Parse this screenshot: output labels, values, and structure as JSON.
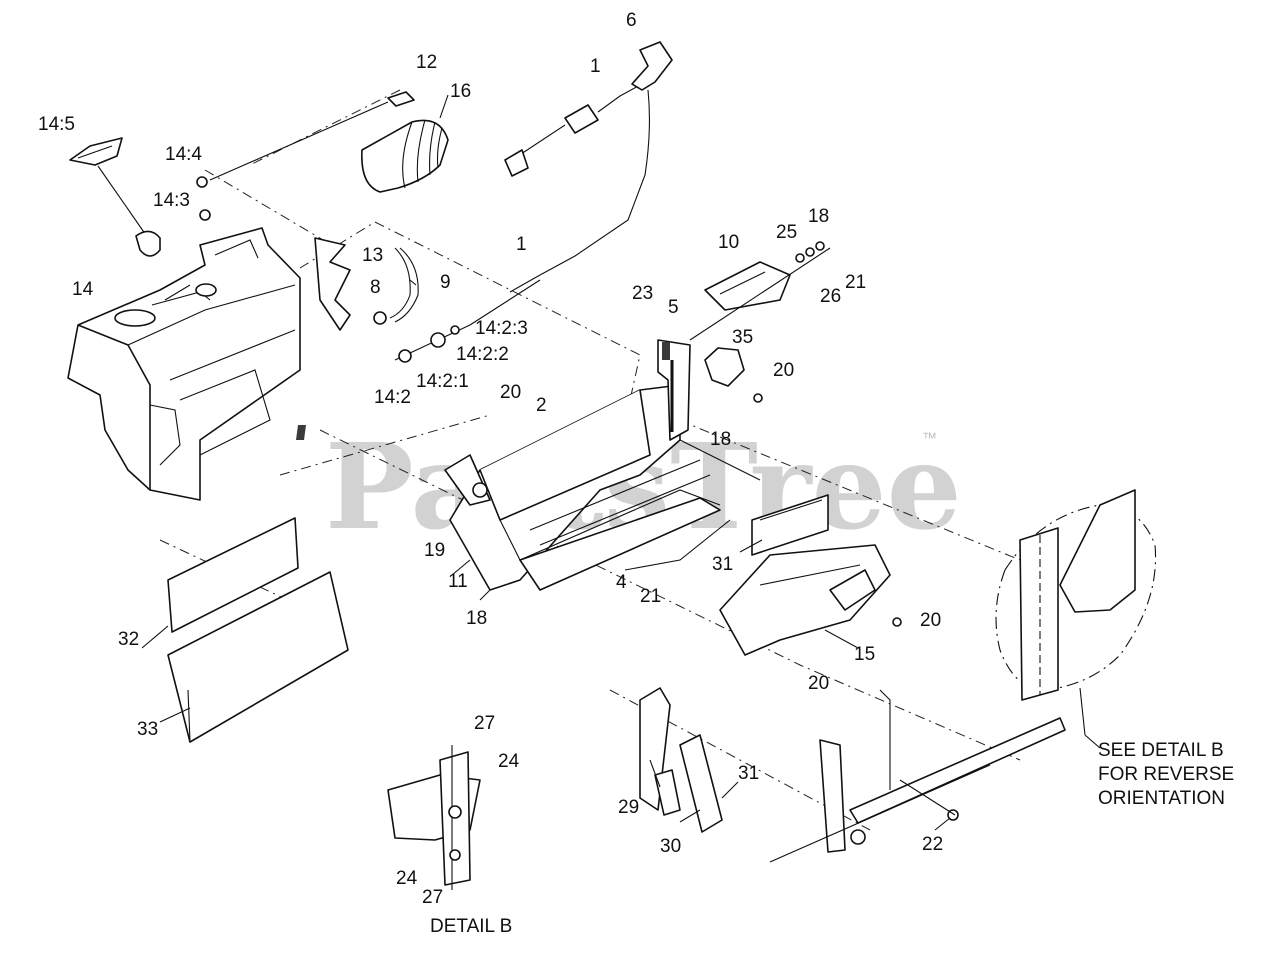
{
  "watermark": {
    "text": "PartsTree",
    "trademark": "™"
  },
  "notes": {
    "detail_b_title": "DETAIL B",
    "see_detail": [
      "SEE DETAIL B",
      "FOR REVERSE",
      "ORIENTATION"
    ]
  },
  "callouts": {
    "c14_5": "14:5",
    "c12": "12",
    "c16": "16",
    "c6": "6",
    "c1_top": "1",
    "c14_4": "14:4",
    "c14_3": "14:3",
    "c14": "14",
    "c13": "13",
    "c9": "9",
    "c8": "8",
    "c1_mid": "1",
    "c14_2_3": "14:2:3",
    "c14_2_2": "14:2:2",
    "c14_2_1": "14:2:1",
    "c14_2": "14:2",
    "c10": "10",
    "c25": "25",
    "c18_top": "18",
    "c21_top": "21",
    "c26": "26",
    "c23": "23",
    "c5": "5",
    "c35": "35",
    "c20_a": "20",
    "c20_b": "20",
    "c2": "2",
    "c18_mid": "18",
    "c19": "19",
    "c11": "11",
    "c4": "4",
    "c21_mid": "21",
    "c31_top": "31",
    "c18_low": "18",
    "c20_c": "20",
    "c15": "15",
    "c20_d": "20",
    "c32": "32",
    "c33": "33",
    "c27_top": "27",
    "c24_top": "24",
    "c24_low": "24",
    "c27_low": "27",
    "c31_low": "31",
    "c29": "29",
    "c30": "30",
    "c22": "22"
  }
}
